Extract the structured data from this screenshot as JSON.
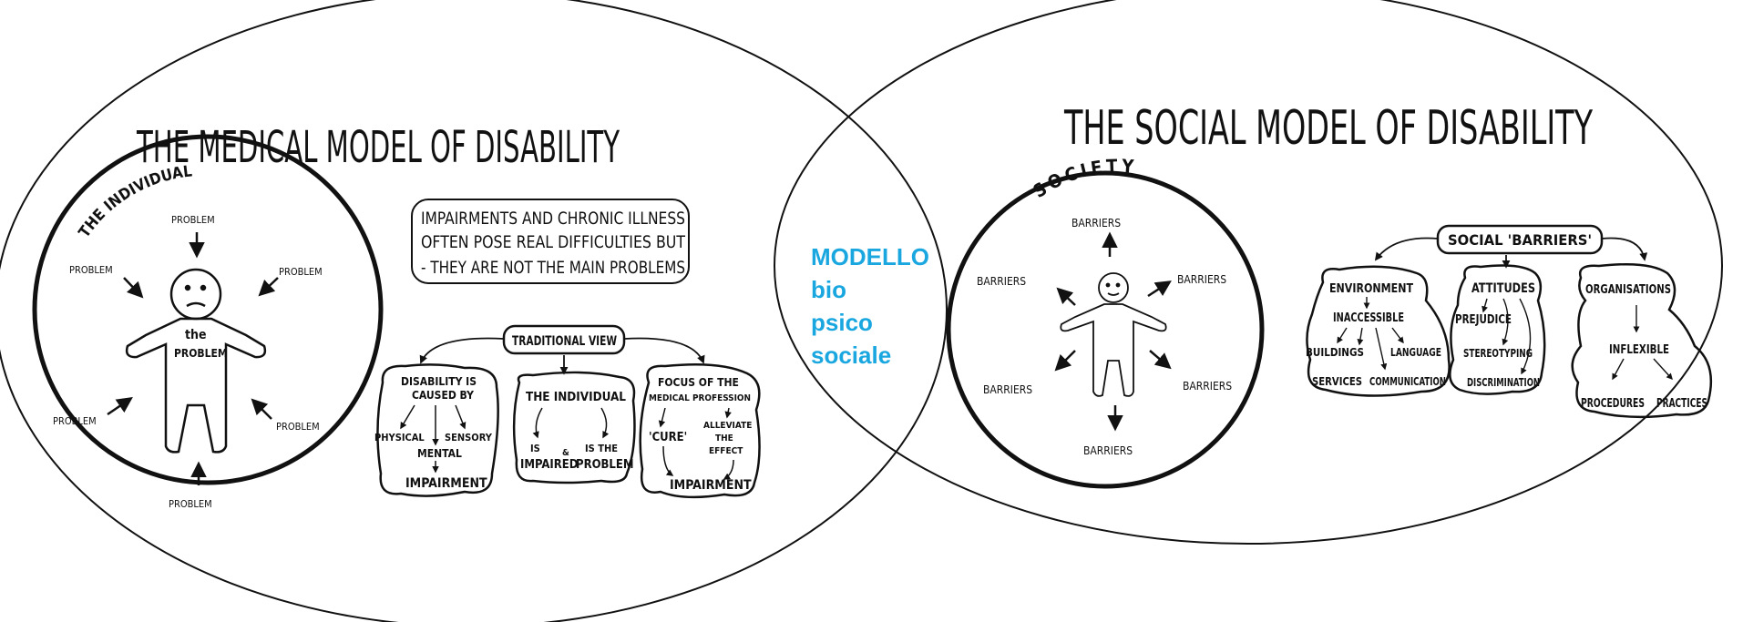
{
  "medical": {
    "title": "THE MEDICAL MODEL OF DISABILITY",
    "circle_label": "THE INDIVIDUAL",
    "problem_label": "PROBLEM",
    "figure_text": [
      "the",
      "PROBLEM"
    ],
    "note_lines": [
      "IMPAIRMENTS AND CHRONIC ILLNESS",
      "OFTEN POSE REAL DIFFICULTIES BUT",
      "- THEY ARE NOT THE MAIN PROBLEMS"
    ],
    "traditional_view": "TRADITIONAL VIEW",
    "cause_box": {
      "title": [
        "DISABILITY IS",
        "CAUSED BY"
      ],
      "items": [
        "PHYSICAL",
        "MENTAL",
        "SENSORY"
      ],
      "result": "IMPAIRMENT"
    },
    "individual_box": {
      "title": "THE INDIVIDUAL",
      "left": [
        "IS",
        "IMPAIRED"
      ],
      "amp": "&",
      "right": [
        "IS THE",
        "PROBLEM"
      ]
    },
    "focus_box": {
      "title": [
        "FOCUS OF THE",
        "MEDICAL PROFESSION"
      ],
      "left": "'CURE'",
      "right": [
        "ALLEVIATE",
        "THE",
        "EFFECT"
      ],
      "result": "IMPAIRMENT"
    }
  },
  "overlap": {
    "lines": [
      "MODELLO",
      "bio",
      "psico",
      "sociale"
    ],
    "color": "#1aa7e0"
  },
  "social": {
    "title": "THE SOCIAL MODEL OF DISABILITY",
    "circle_label": "SOCIETY",
    "barrier_label": "BARRIERS",
    "barriers_title": "SOCIAL 'BARRIERS'",
    "environment": {
      "title": "ENVIRONMENT",
      "sub": "INACCESSIBLE",
      "items": [
        "BUILDINGS",
        "LANGUAGE",
        "SERVICES",
        "COMMUNICATION"
      ]
    },
    "attitudes": {
      "title": "ATTITUDES",
      "items": [
        "PREJUDICE",
        "STEREOTYPING",
        "DISCRIMINATION"
      ]
    },
    "organisations": {
      "title": "ORGANISATIONS",
      "sub": "INFLEXIBLE",
      "items": [
        "PROCEDURES",
        "PRACTICES"
      ]
    }
  }
}
